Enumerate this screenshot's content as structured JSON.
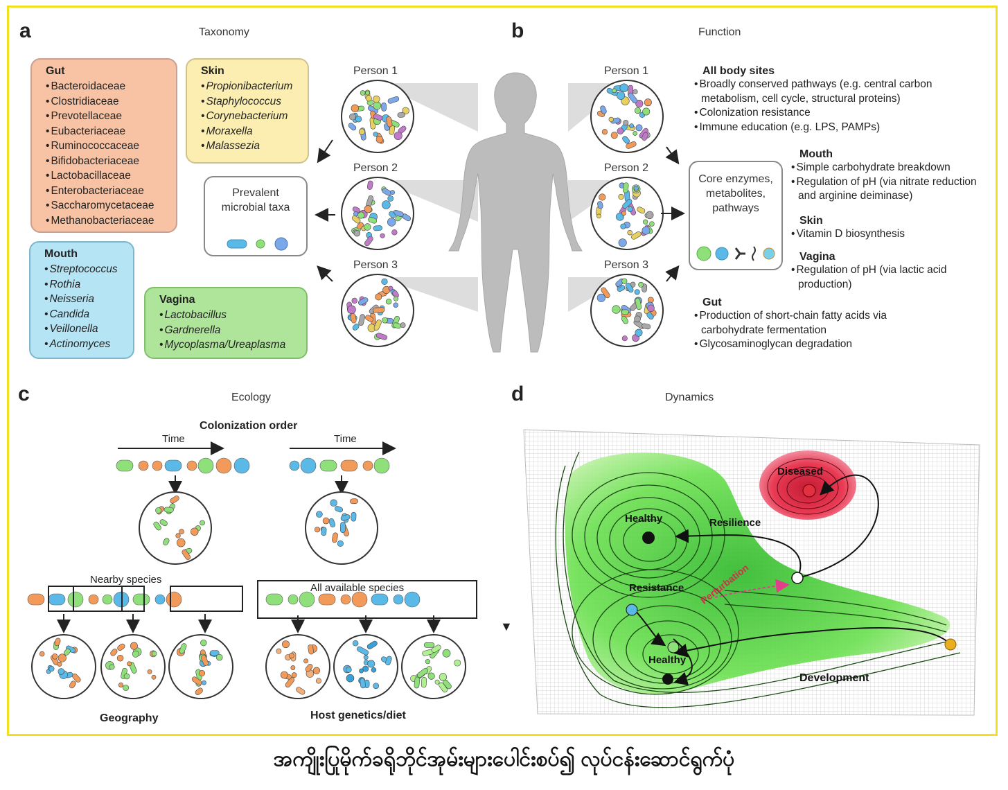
{
  "caption": "အကျိုးပြုမိုက်ခရိုဘိုင်အုမ်းများပေါင်းစပ်၍ လုပ်ငန်းဆောင်ရွက်ပုံ",
  "panel_a": {
    "letter": "a",
    "title": "Taxonomy",
    "gut": {
      "heading": "Gut",
      "items": [
        "Bacteroidaceae",
        "Clostridiaceae",
        "Prevotellaceae",
        "Eubacteriaceae",
        "Ruminococcaceae",
        "Bifidobacteriaceae",
        "Lactobacillaceae",
        "Enterobacteriaceae",
        "Saccharomycetaceae",
        "Methanobacteriaceae"
      ]
    },
    "skin": {
      "heading": "Skin",
      "items": [
        "Propionibacterium",
        "Staphylococcus",
        "Corynebacterium",
        "Moraxella",
        "Malassezia"
      ]
    },
    "mouth": {
      "heading": "Mouth",
      "items": [
        "Streptococcus",
        "Rothia",
        "Neisseria",
        "Candida",
        "Veillonella",
        "Actinomyces"
      ]
    },
    "vagina": {
      "heading": "Vagina",
      "items": [
        "Lactobacillus",
        "Gardnerella",
        "Mycoplasma/Ureaplasma"
      ]
    },
    "prevalent": "Prevalent microbial taxa",
    "persons": [
      "Person 1",
      "Person 2",
      "Person 3"
    ]
  },
  "panel_b": {
    "letter": "b",
    "title": "Function",
    "persons": [
      "Person 1",
      "Person 2",
      "Person 3"
    ],
    "core": "Core enzymes, metabolites, pathways",
    "all_sites": {
      "heading": "All body sites",
      "items": [
        "Broadly conserved pathways (e.g. central carbon metabolism, cell cycle, structural proteins)",
        "Colonization resistance",
        "Immune education (e.g. LPS, PAMPs)"
      ]
    },
    "mouth": {
      "heading": "Mouth",
      "items": [
        "Simple carbohydrate breakdown",
        "Regulation of pH (via nitrate reduction and arginine deiminase)"
      ]
    },
    "skin": {
      "heading": "Skin",
      "items": [
        "Vitamin D biosynthesis"
      ]
    },
    "vagina": {
      "heading": "Vagina",
      "items": [
        "Regulation of pH (via lactic acid production)"
      ]
    },
    "gut": {
      "heading": "Gut",
      "items": [
        "Production of short-chain fatty acids via carbohydrate fermentation",
        "Glycosaminoglycan degradation"
      ]
    }
  },
  "panel_c": {
    "letter": "c",
    "title": "Ecology",
    "colonization": "Colonization order",
    "time": "Time",
    "nearby": "Nearby species",
    "all_available": "All available species",
    "geography": "Geography",
    "host": "Host genetics/diet"
  },
  "panel_d": {
    "letter": "d",
    "title": "Dynamics",
    "diseased": "Diseased",
    "healthy_top": "Healthy",
    "healthy_bottom": "Healthy",
    "resilience": "Resilience",
    "resistance": "Resistance",
    "perturbation": "Perturbation",
    "development": "Development"
  },
  "colors": {
    "gut_box": "#f7c3a4",
    "skin_box": "#fbeeb0",
    "mouth_box": "#b5e4f5",
    "vagina_box": "#aee59a",
    "frame": "#f0e020",
    "healthy_green": "#5fd94a",
    "diseased_red": "#e8304a"
  }
}
